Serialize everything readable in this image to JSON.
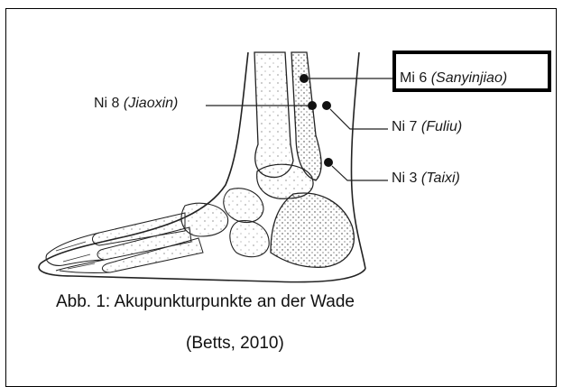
{
  "points": {
    "mi6": {
      "code": "Mi 6",
      "name": "(Sanyinjiao)"
    },
    "ni8": {
      "code": "Ni 8",
      "name": "(Jiaoxin)"
    },
    "ni7": {
      "code": "Ni 7",
      "name": "(Fuliu)"
    },
    "ni3": {
      "code": "Ni 3",
      "name": "(Taixi)"
    }
  },
  "caption": {
    "line1": "Abb. 1: Akupunkturpunkte an der Wade",
    "line2": "(Betts, 2010)"
  }
}
